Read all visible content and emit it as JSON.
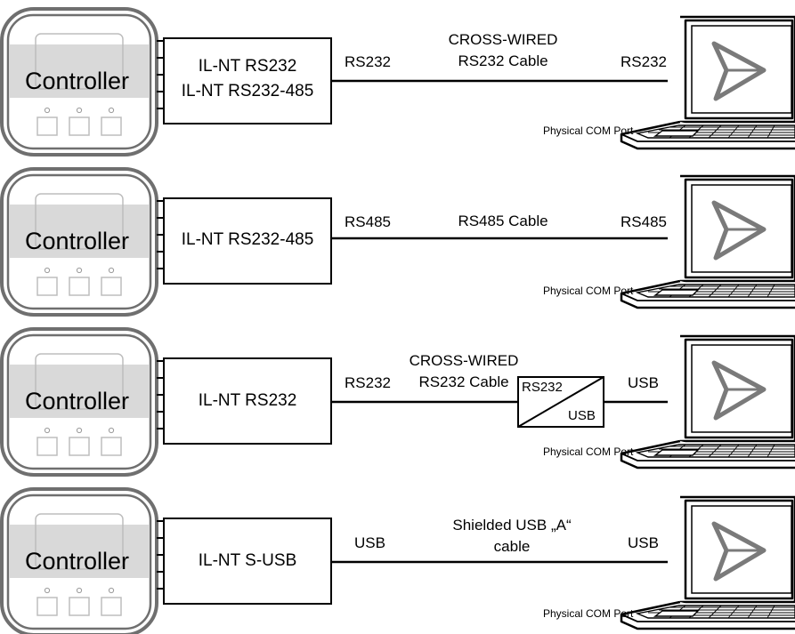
{
  "rows": [
    {
      "controller_label": "Controller",
      "module_lines": [
        "IL-NT RS232",
        "IL-NT RS232-485"
      ],
      "left_port": "RS232",
      "cable_lines": [
        "CROSS-WIRED",
        "RS232 Cable"
      ],
      "right_port": "RS232",
      "com_port": "Physical COM Port"
    },
    {
      "controller_label": "Controller",
      "module_lines": [
        "IL-NT RS232-485"
      ],
      "left_port": "RS485",
      "cable_lines": [
        "RS485 Cable"
      ],
      "right_port": "RS485",
      "com_port": "Physical COM Port"
    },
    {
      "controller_label": "Controller",
      "module_lines": [
        "IL-NT RS232"
      ],
      "left_port": "RS232",
      "cable_lines": [
        "CROSS-WIRED",
        "RS232 Cable"
      ],
      "converter": {
        "top": "RS232",
        "bottom": "USB"
      },
      "right_port": "USB",
      "com_port": "Physical COM Port"
    },
    {
      "controller_label": "Controller",
      "module_lines": [
        "IL-NT S-USB"
      ],
      "left_port": "USB",
      "cable_lines": [
        "Shielded USB „A“",
        "cable"
      ],
      "right_port": "USB",
      "com_port": "Physical COM Port"
    }
  ],
  "colors": {
    "controller_frame": "#6f6f6f",
    "controller_band": "#d9d9d9",
    "controller_outline": "#bdbdbd",
    "line": "#000000",
    "laptop_fill": "#ffffff",
    "logo": "#7a7a7a"
  },
  "icons": {
    "controller": "controller-device-icon",
    "laptop": "laptop-icon",
    "converter": "rs232-usb-converter-icon"
  }
}
